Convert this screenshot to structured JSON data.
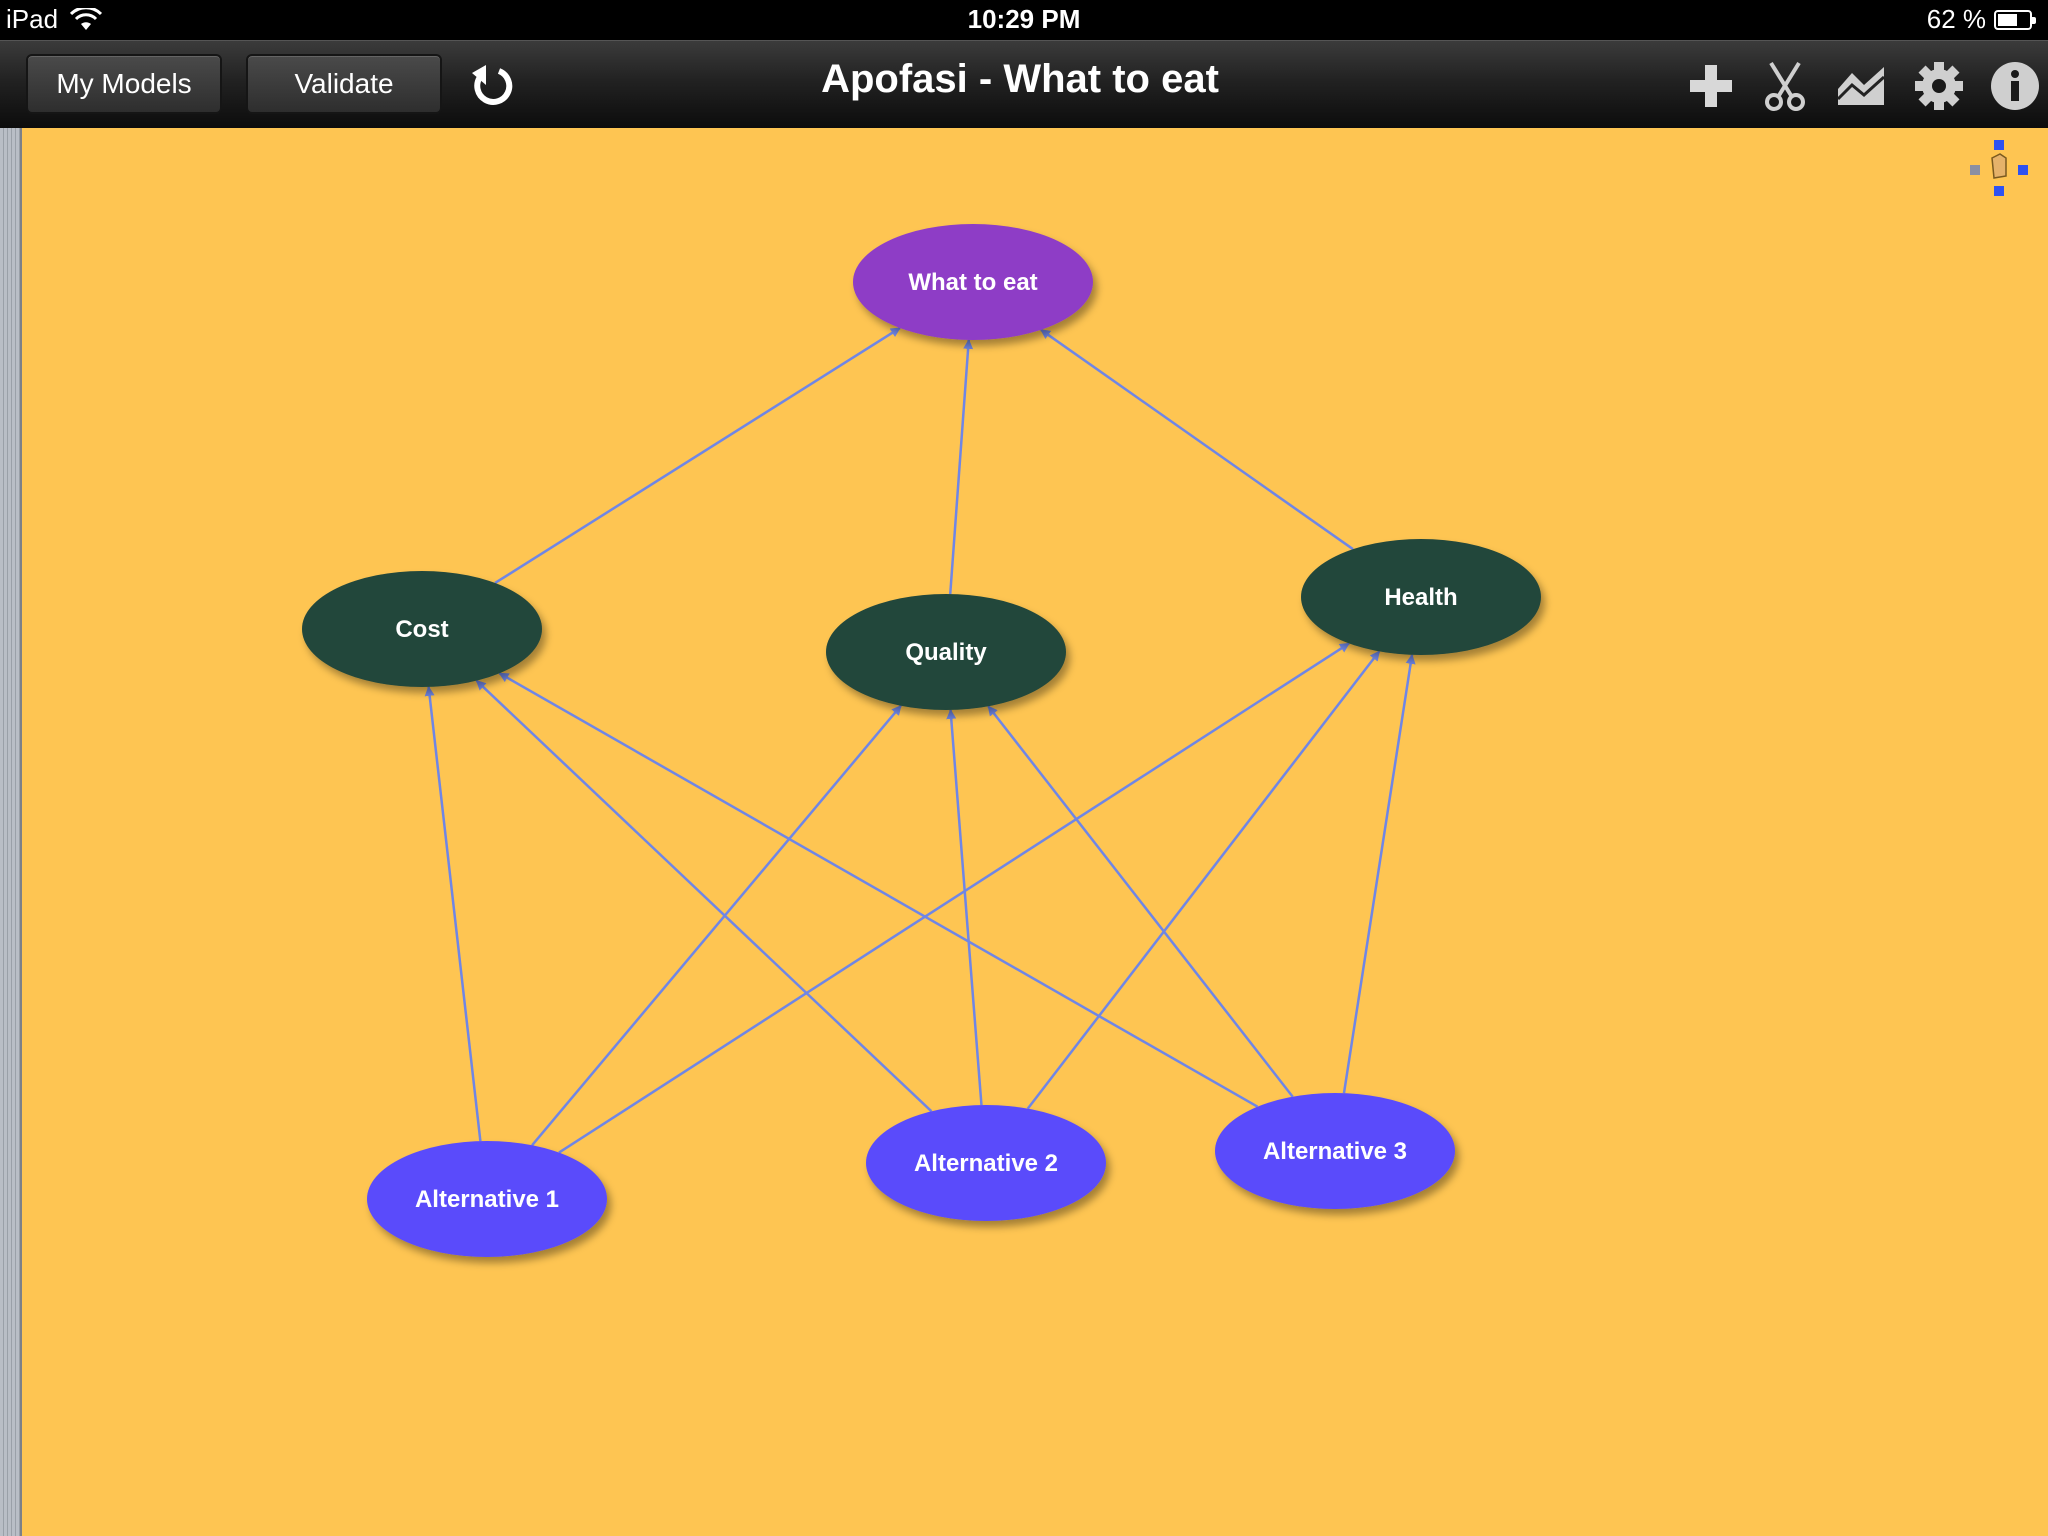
{
  "status_bar": {
    "device": "iPad",
    "time": "10:29 PM",
    "battery": "62 %",
    "battery_level": 0.62
  },
  "toolbar": {
    "my_models_label": "My Models",
    "validate_label": "Validate",
    "title": "Apofasi - What to eat",
    "icons": [
      "undo-icon",
      "add-icon",
      "scissors-icon",
      "chart-icon",
      "gear-icon",
      "info-icon"
    ]
  },
  "diagram": {
    "goal": "What to eat",
    "criteria": [
      "Cost",
      "Quality",
      "Health"
    ],
    "alternatives": [
      "Alternative 1",
      "Alternative 2",
      "Alternative 3"
    ],
    "edges": [
      [
        "Cost",
        "What to eat"
      ],
      [
        "Quality",
        "What to eat"
      ],
      [
        "Health",
        "What to eat"
      ],
      [
        "Alternative 1",
        "Cost"
      ],
      [
        "Alternative 1",
        "Quality"
      ],
      [
        "Alternative 1",
        "Health"
      ],
      [
        "Alternative 2",
        "Cost"
      ],
      [
        "Alternative 2",
        "Quality"
      ],
      [
        "Alternative 2",
        "Health"
      ],
      [
        "Alternative 3",
        "Cost"
      ],
      [
        "Alternative 3",
        "Quality"
      ],
      [
        "Alternative 3",
        "Health"
      ]
    ]
  },
  "colors": {
    "canvas": "#fec552",
    "goal_node": "#8e3cc6",
    "criteria_node": "#23463a",
    "alternative_node": "#5a4bfb",
    "edge": "#6f86e6"
  }
}
